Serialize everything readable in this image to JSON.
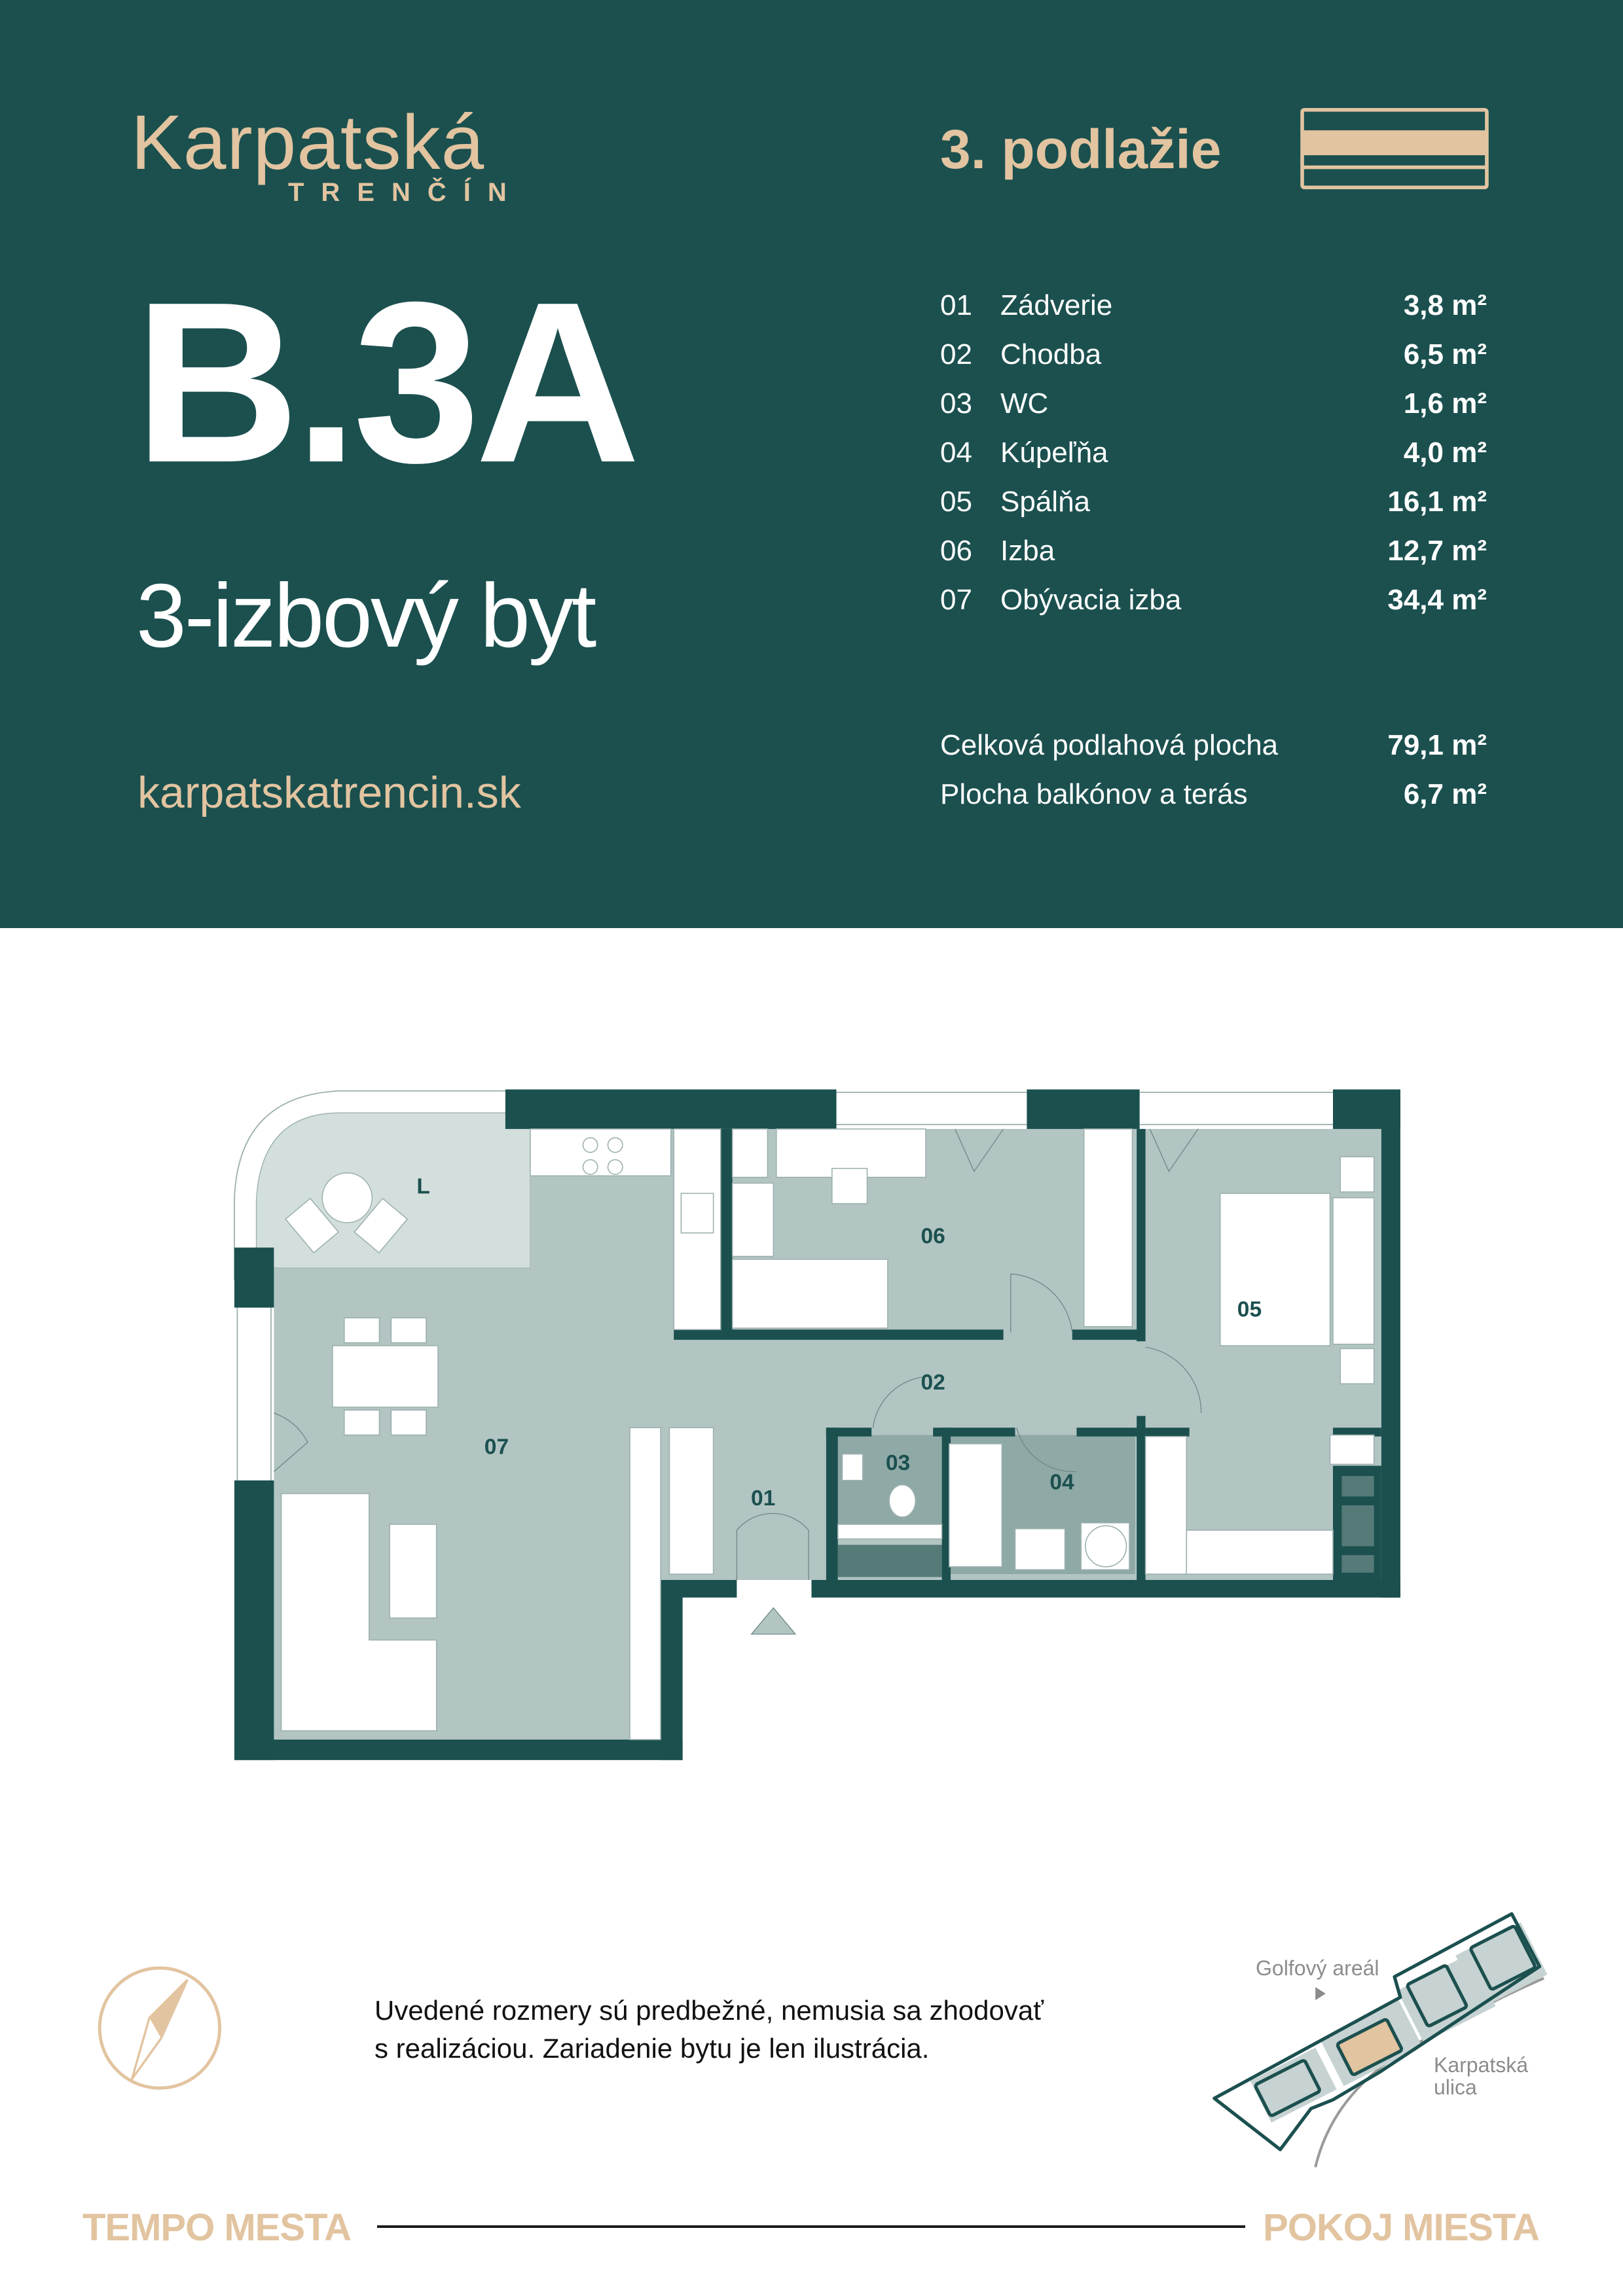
{
  "brand": {
    "name": "Karpatská",
    "city": "TRENČÍN"
  },
  "floor": {
    "label": "3. podlažie"
  },
  "unit": {
    "code": "B.3A",
    "type": "3-izbový byt"
  },
  "website": "karpatskatrencin.sk",
  "rooms": [
    {
      "no": "01",
      "name": "Zádverie",
      "area": "3,8 m²"
    },
    {
      "no": "02",
      "name": "Chodba",
      "area": "6,5 m²"
    },
    {
      "no": "03",
      "name": "WC",
      "area": "1,6 m²"
    },
    {
      "no": "04",
      "name": "Kúpeľňa",
      "area": "4,0 m²"
    },
    {
      "no": "05",
      "name": "Spálňa",
      "area": "16,1 m²"
    },
    {
      "no": "06",
      "name": "Izba",
      "area": "12,7 m²"
    },
    {
      "no": "07",
      "name": "Obývacia izba",
      "area": "34,4 m²"
    }
  ],
  "totals": [
    {
      "label": "Celková podlahová plocha",
      "area": "79,1 m²"
    },
    {
      "label": "Plocha balkónov a terás",
      "area": "6,7 m²"
    }
  ],
  "plan": {
    "labels": {
      "balcony": "L",
      "r01": "01",
      "r02": "02",
      "r03": "03",
      "r04": "04",
      "r05": "05",
      "r06": "06",
      "r07": "07"
    }
  },
  "disclaimer": {
    "line1": "Uvedené rozmery sú predbežné, nemusia sa zhodovať",
    "line2": "s realizáciou. Zariadenie bytu je len ilustrácia."
  },
  "site_map": {
    "golf": "Golfový areál",
    "street_line1": "Karpatská",
    "street_line2": "ulica"
  },
  "footer": {
    "left": "TEMPO MESTA",
    "right": "POKOJ MIESTA"
  },
  "colors": {
    "brand_green": "#1b504f",
    "accent_beige": "#e2c4a0",
    "floor_fill": "#b2c5c3",
    "balcony_fill": "#d3dfdd",
    "map_gray": "#8c8c8c"
  }
}
